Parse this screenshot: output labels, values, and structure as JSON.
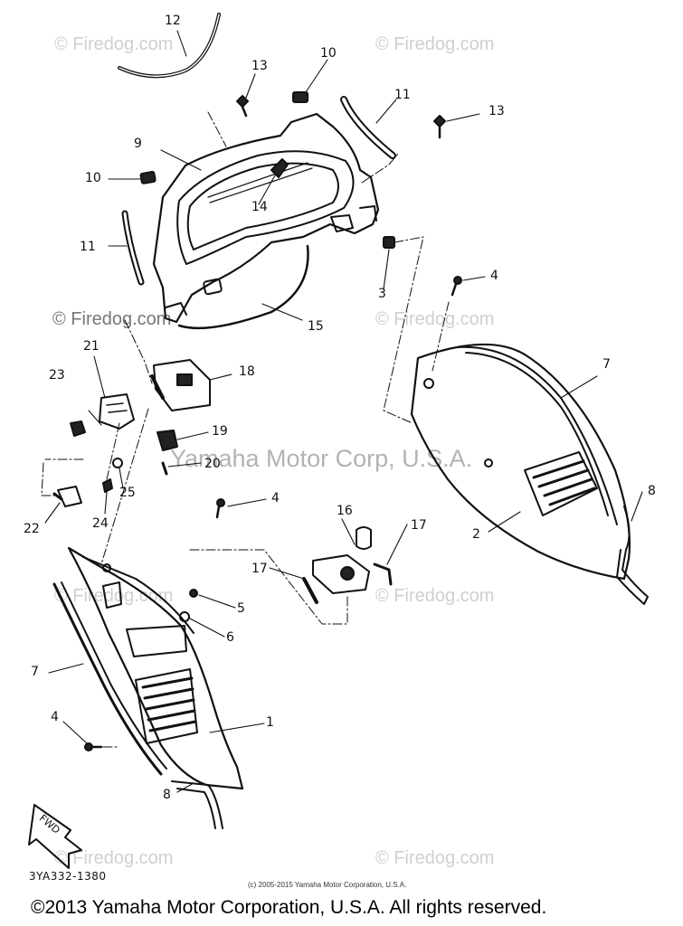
{
  "watermark": {
    "brand": "© Firedog.com",
    "center_text": "Yamaha Motor Corp, U.S.A."
  },
  "callouts": {
    "c1": "1",
    "c2": "2",
    "c3": "3",
    "c4a": "4",
    "c4b": "4",
    "c4c": "4",
    "c5": "5",
    "c6": "6",
    "c7a": "7",
    "c7b": "7",
    "c8a": "8",
    "c8b": "8",
    "c9": "9",
    "c10a": "10",
    "c10b": "10",
    "c11a": "11",
    "c11b": "11",
    "c12": "12",
    "c13a": "13",
    "c13b": "13",
    "c14": "14",
    "c15": "15",
    "c16": "16",
    "c17a": "17",
    "c17b": "17",
    "c18": "18",
    "c19": "19",
    "c20": "20",
    "c21": "21",
    "c22": "22",
    "c23": "23",
    "c24": "24",
    "c25": "25"
  },
  "fwd_label": "FWD",
  "diagram_code": "3YA332-1380",
  "small_copyright": "(c) 2005-2015 Yamaha Motor Corporation, U.S.A.",
  "copyright": "©2013 Yamaha Motor Corporation, U.S.A. All rights reserved."
}
